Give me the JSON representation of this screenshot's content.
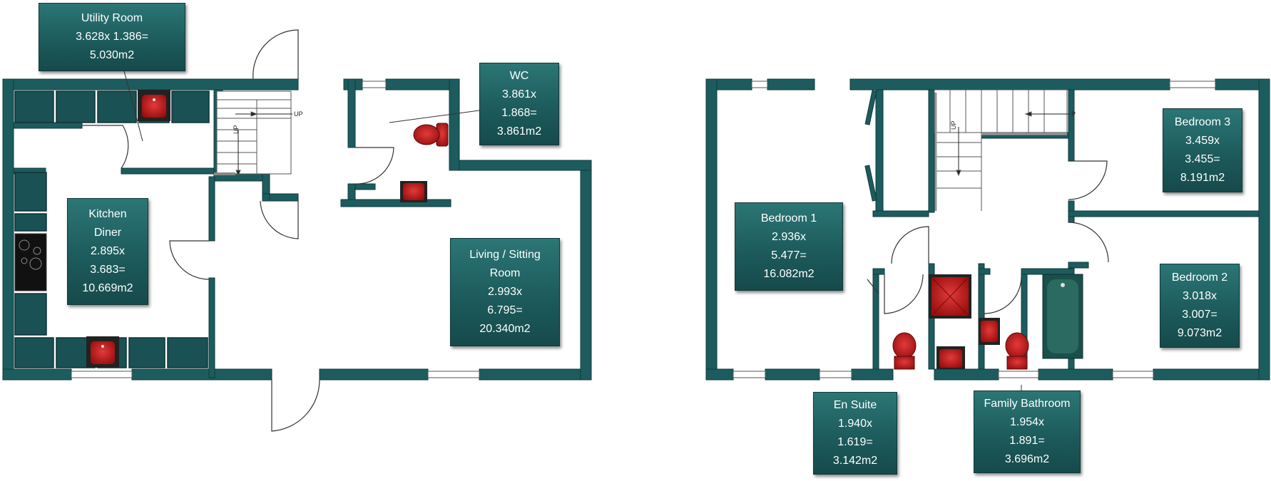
{
  "colors": {
    "wall": "#1d5c5e",
    "wall_edge": "#0f3a3b",
    "label_bg": "#1f6263",
    "fixture_red": "#c41a1a",
    "bath_green": "#2a6a60"
  },
  "stair_marks": [
    "UP",
    "UP",
    "UP",
    "P"
  ],
  "rooms": [
    {
      "name": "Utility Room",
      "lines": [
        "Utility Room",
        "3.628x 1.386=",
        "5.030m2"
      ]
    },
    {
      "name": "WC",
      "lines": [
        "WC",
        "3.861x",
        "1.868=",
        "3.861m2"
      ]
    },
    {
      "name": "Kitchen Diner",
      "lines": [
        "Kitchen",
        "Diner",
        "2.895x",
        "3.683=",
        "10.669m2"
      ]
    },
    {
      "name": "Living / Sitting Room",
      "lines": [
        "Living  /  Sitting",
        "Room",
        "2.993x",
        "6.795=",
        "20.340m2"
      ]
    },
    {
      "name": "Bedroom 1",
      "lines": [
        "Bedroom 1",
        "2.936x",
        "5.477=",
        "16.082m2"
      ]
    },
    {
      "name": "Bedroom 3",
      "lines": [
        "Bedroom 3",
        "3.459x",
        "3.455=",
        "8.191m2"
      ]
    },
    {
      "name": "Bedroom 2",
      "lines": [
        "Bedroom 2",
        "3.018x",
        "3.007=",
        "9.073m2"
      ]
    },
    {
      "name": "En Suite",
      "lines": [
        "En Suite",
        "1.940x",
        "1.619=",
        "3.142m2"
      ]
    },
    {
      "name": "Family Bathroom",
      "lines": [
        "Family Bathroom",
        "1.954x",
        "1.891=",
        "3.696m2"
      ]
    }
  ]
}
